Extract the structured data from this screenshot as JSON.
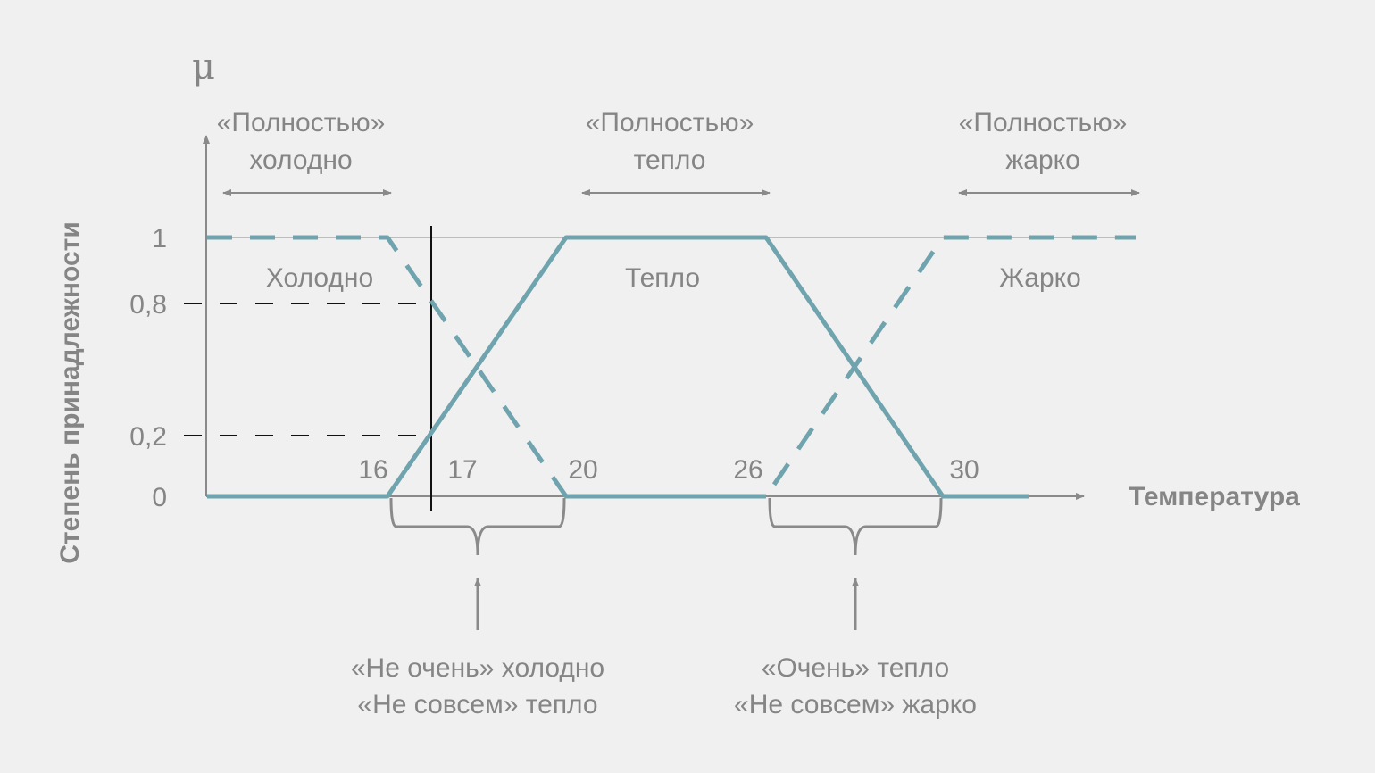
{
  "colors": {
    "background": "#f0f0f0",
    "curve": "#6fa3ad",
    "text": "#858585",
    "axis": "#8a8a8a",
    "guide": "#111111"
  },
  "chart_data": {
    "type": "line",
    "title": "",
    "ylabel": "Степень принадлежности",
    "ysymbol": "μ",
    "xlabel": "Температура",
    "x_ticks": [
      "16",
      "17",
      "20",
      "26",
      "30"
    ],
    "y_ticks": [
      {
        "value": 0,
        "label": "0"
      },
      {
        "value": 0.2,
        "label": "0,2"
      },
      {
        "value": 0.8,
        "label": "0,8"
      },
      {
        "value": 1,
        "label": "1"
      }
    ],
    "series": [
      {
        "name": "Холодно",
        "style": "dashed",
        "x": [
          12,
          16,
          20,
          26
        ],
        "y": [
          1,
          1,
          0,
          0
        ]
      },
      {
        "name": "Тепло",
        "style": "solid",
        "x": [
          12,
          16,
          20,
          26,
          30,
          32
        ],
        "y": [
          0,
          0,
          1,
          1,
          0,
          0
        ]
      },
      {
        "name": "Жарко",
        "style": "dashed",
        "x": [
          20,
          26,
          30,
          34
        ],
        "y": [
          0,
          0,
          1,
          1
        ]
      }
    ],
    "guide": {
      "x": 17,
      "y_values": [
        0.8,
        0.2
      ]
    },
    "ranges": [
      {
        "label": [
          "«Полностью»",
          "холодно"
        ],
        "from": 12,
        "to": 16
      },
      {
        "label": [
          "«Полностью»",
          "тепло"
        ],
        "from": 20,
        "to": 26
      },
      {
        "label": [
          "«Полностью»",
          "жарко"
        ],
        "from": 30,
        "to": 34
      }
    ],
    "braces": [
      {
        "label": [
          "«Не очень» холодно",
          "«Не совсем» тепло"
        ],
        "from": 16,
        "to": 20
      },
      {
        "label": [
          "«Очень» тепло",
          "«Не совсем» жарко"
        ],
        "from": 26,
        "to": 30
      }
    ]
  }
}
